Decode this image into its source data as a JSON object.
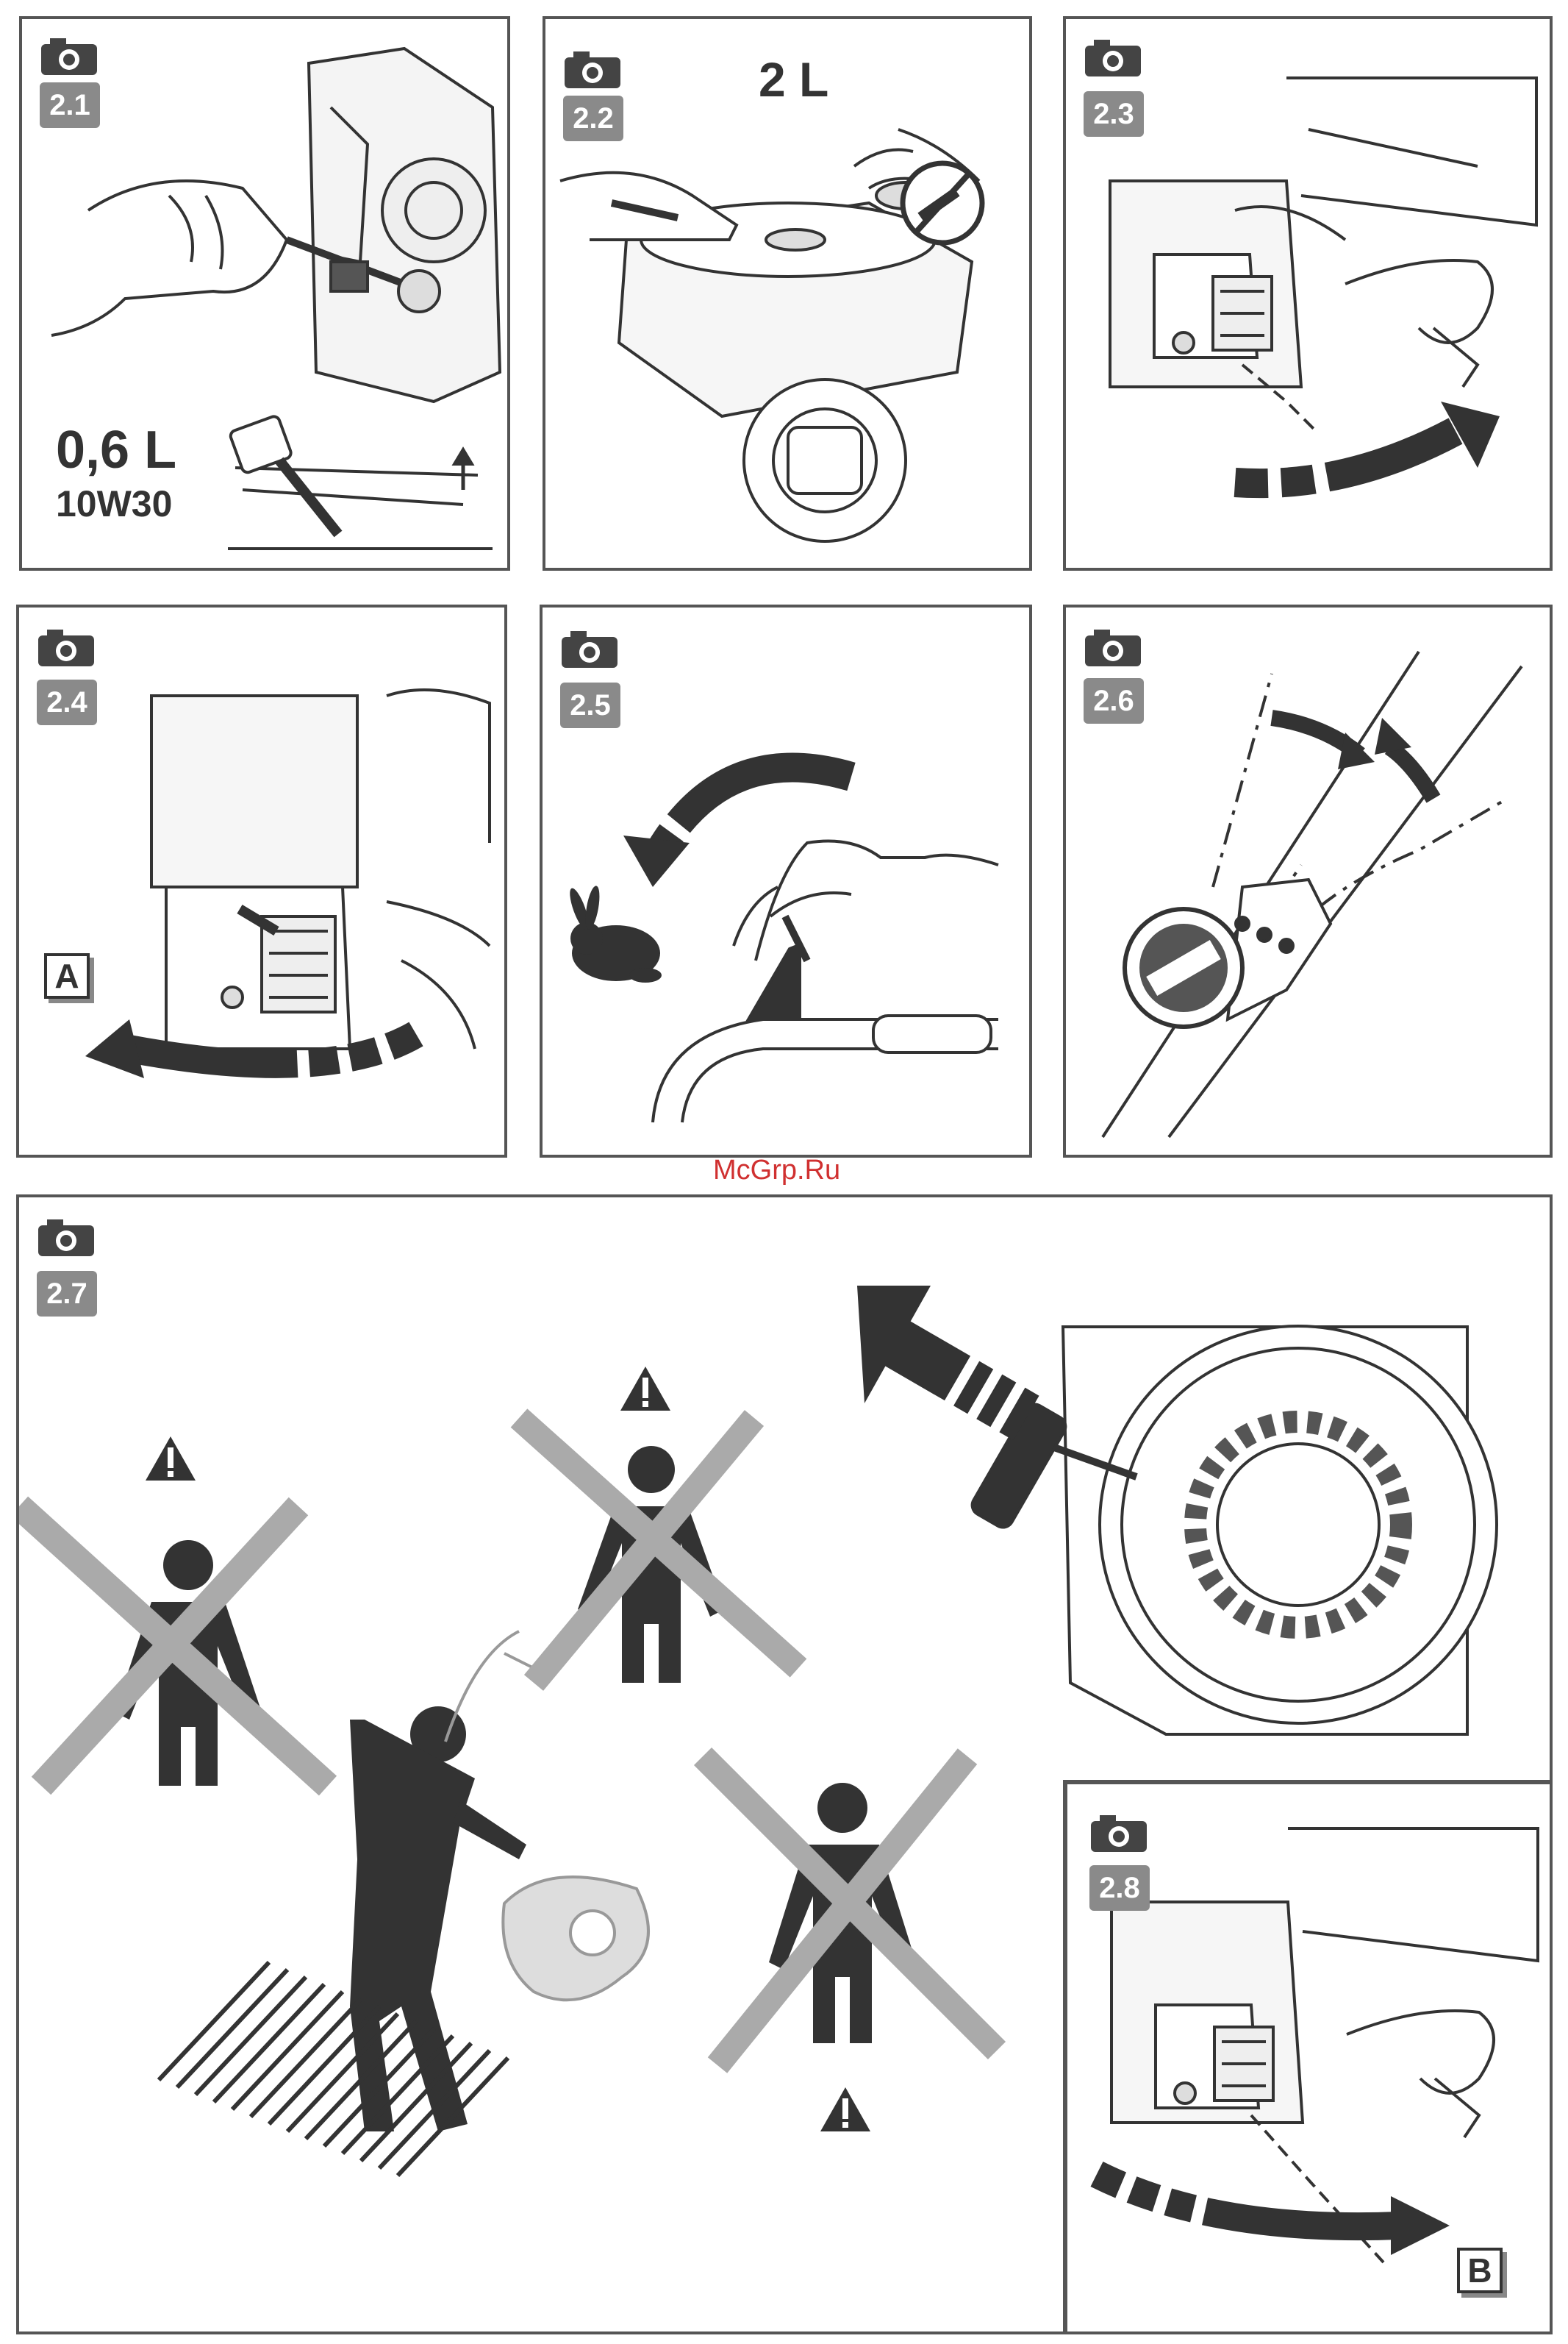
{
  "panels": [
    {
      "id": "2.1",
      "labels": [
        "0,6 L",
        "10W30"
      ]
    },
    {
      "id": "2.2",
      "labels": [
        "2 L"
      ]
    },
    {
      "id": "2.3",
      "labels": []
    },
    {
      "id": "2.4",
      "labels": [
        "A"
      ]
    },
    {
      "id": "2.5",
      "labels": []
    },
    {
      "id": "2.6",
      "labels": []
    },
    {
      "id": "2.7",
      "labels": []
    },
    {
      "id": "2.8",
      "labels": [
        "B"
      ]
    }
  ],
  "watermark": "McGrp.Ru",
  "icons": [
    "camera-icon",
    "no-smoking-icon",
    "warning-icon",
    "rabbit-icon",
    "arrow-icon"
  ],
  "colors": {
    "badge": "#8a8a8a",
    "line": "#333333",
    "cross": "#a8a8a8",
    "watermark": "#d03030"
  }
}
